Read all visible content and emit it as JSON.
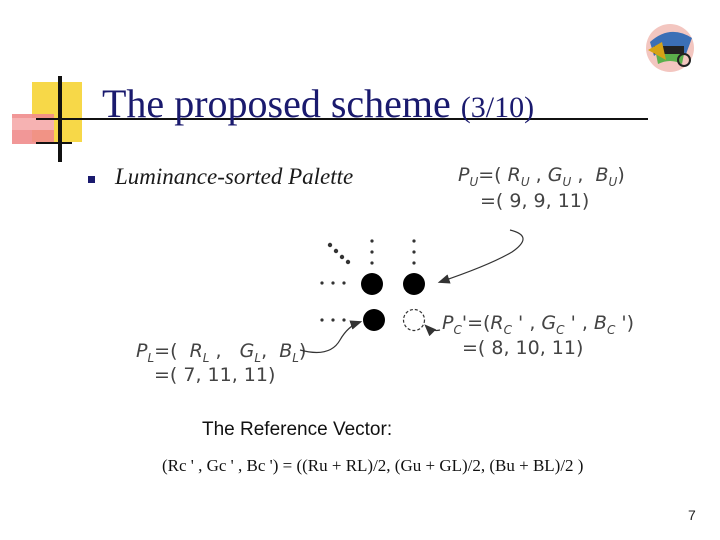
{
  "slide": {
    "title": "The proposed scheme",
    "title_suffix": "(3/10)",
    "bullet": "Luminance-sorted Palette",
    "pu_line1": "PU=( RU , GU ,  BU)",
    "pu_line2": "=(  9,   9,  11)",
    "pc_line1": "PC'=(RC ' , GC ' , BC ')",
    "pc_line2": "=(  8,  10, 11)",
    "pl_line1": "PL=(  RL ,   GL,  BL)",
    "pl_line2": "=(  7,   11,  11)",
    "ref_heading": "The Reference Vector:",
    "formula": "(Rc ' , Gc ' , Bc ') = ((Ru + RL)/2, (Gu + GL)/2, (Bu + BL)/2 )",
    "page_number": "7"
  },
  "colors": {
    "title": "#1a1a6e",
    "accent_yellow": "#f7d848",
    "accent_pink": "#f08c8c",
    "dots": "#000000"
  },
  "icons": [
    "bullet-square-icon",
    "university-logo-icon"
  ]
}
